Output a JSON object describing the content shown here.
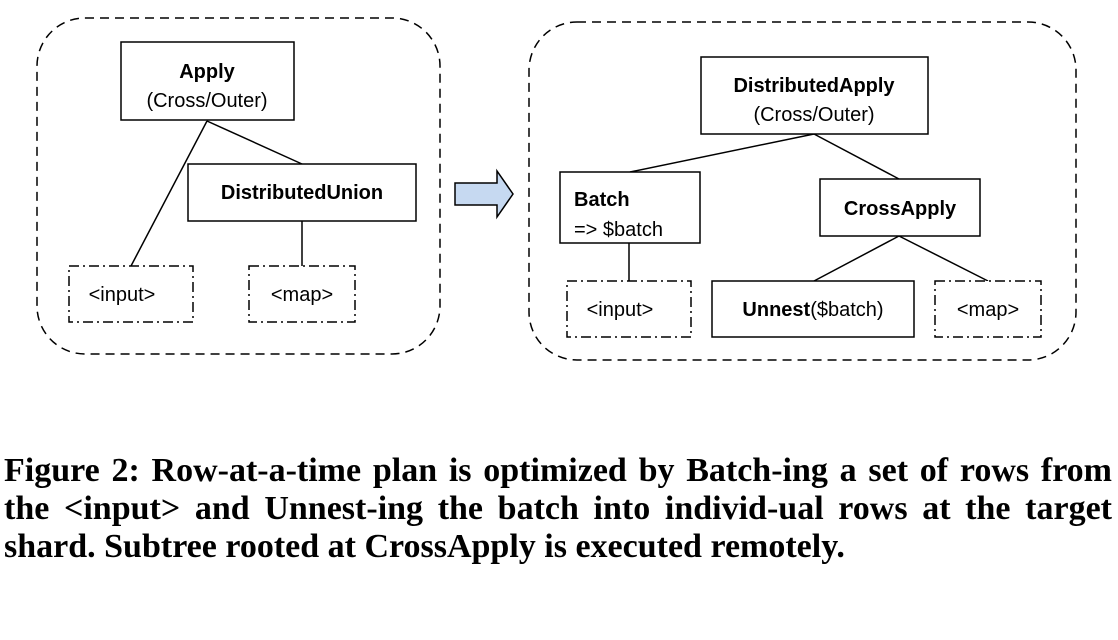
{
  "left_plan": {
    "apply": {
      "title": "Apply",
      "subtitle": "(Cross/Outer)"
    },
    "distributed_union": {
      "title": "DistributedUnion"
    },
    "input": {
      "label": "<input>"
    },
    "map": {
      "label": "<map>"
    }
  },
  "right_plan": {
    "distributed_apply": {
      "title": "DistributedApply",
      "subtitle": "(Cross/Outer)"
    },
    "batch": {
      "title": "Batch",
      "subtitle": "=> $batch"
    },
    "cross_apply": {
      "title": "CrossApply"
    },
    "input": {
      "label": "<input>"
    },
    "unnest": {
      "title": "Unnest",
      "suffix": "($batch)"
    },
    "map": {
      "label": "<map>"
    }
  },
  "caption": {
    "text": "Figure 2: Row-at-a-time plan is optimized by Batch-ing a set of rows from the <input> and Unnest-ing the batch into individ-ual rows at the target shard. Subtree rooted at CrossApply is executed remotely."
  }
}
